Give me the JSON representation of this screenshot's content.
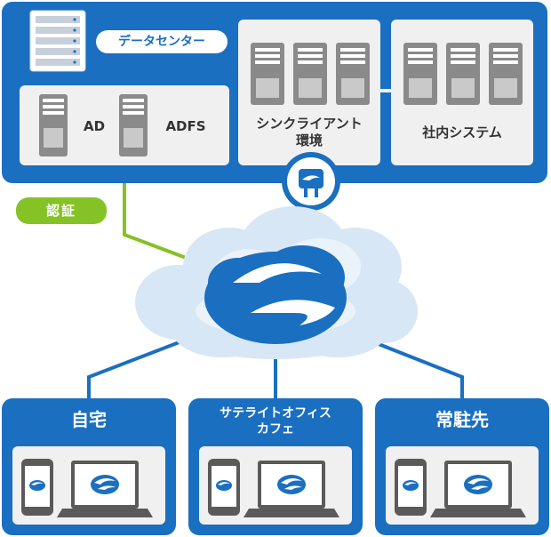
{
  "datacenter": {
    "title": "データセンター",
    "ad_label": "AD",
    "adfs_label": "ADFS",
    "client_label": "シンクライアント\n環境",
    "internal_label": "社内システム"
  },
  "auth_label": "認証",
  "locations": [
    {
      "label": "自宅"
    },
    {
      "label": "サテライトオフィス\nカフェ"
    },
    {
      "label": "常駐先"
    }
  ],
  "colors": {
    "primary_blue": "#1a6fc1",
    "auth_green": "#84c225",
    "panel_gray": "#f0f0f0",
    "server_gray": "#8a8a8a",
    "cloud_blue": "#cfe2f4"
  },
  "icons": {
    "server_rack": "server-rack-icon",
    "server": "server-icon",
    "connector": "connector-plug-icon",
    "cloud": "cloud-icon",
    "smartphone": "smartphone-icon",
    "laptop": "laptop-icon",
    "brand_logo": "zscaler-style-logo"
  }
}
